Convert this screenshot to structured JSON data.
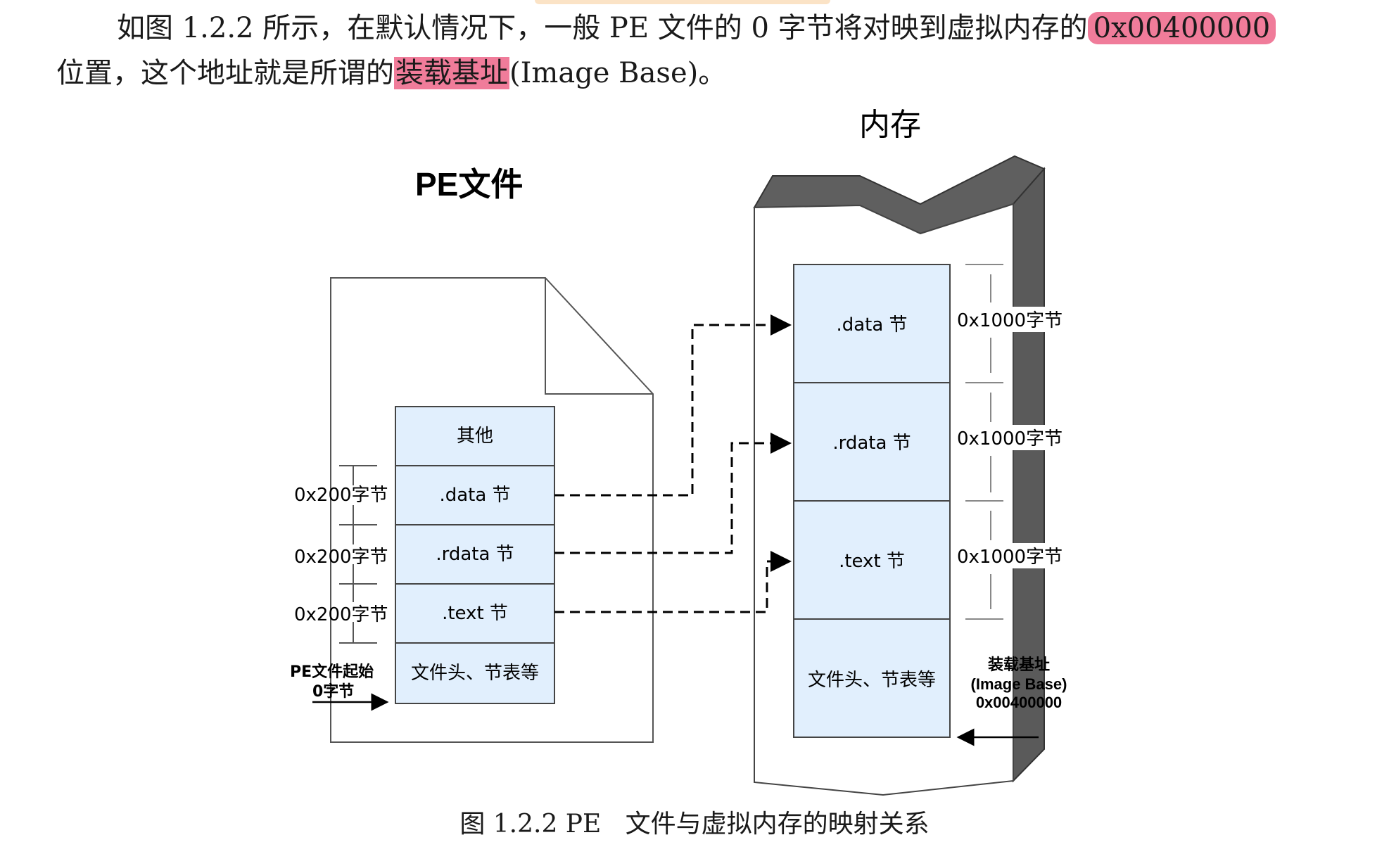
{
  "paragraph": {
    "line1_pre": "如图 1.2.2 所示，在默认情况下，一般 PE 文件的 0 字节将对映到虚拟内存的",
    "line1_highlight": "0x00400000",
    "line2_pre": "位置，这个地址就是所谓的",
    "line2_highlight": "装载基址",
    "line2_post": "(Image Base)。"
  },
  "diagram": {
    "memory_title": "内存",
    "pe_title": "PE文件",
    "pe_sections": [
      "其他",
      ".data 节",
      ".rdata 节",
      ".text 节",
      "文件头、节表等"
    ],
    "pe_sizes": [
      "0x200字节",
      "0x200字节",
      "0x200字节"
    ],
    "pe_start_label_1": "PE文件起始",
    "pe_start_label_2": "0字节",
    "mem_sections": [
      ".data 节",
      ".rdata 节",
      ".text 节",
      "文件头、节表等"
    ],
    "mem_sizes": [
      "0x1000字节",
      "0x1000字节",
      "0x1000字节"
    ],
    "image_base_label_1": "装载基址",
    "image_base_label_2": "(Image Base)",
    "image_base_label_3": "0x00400000",
    "colors": {
      "section_fill": "#e1effd",
      "wall_dark": "#5a5a5a",
      "wall_top": "#606060",
      "line": "#000000"
    }
  },
  "caption": {
    "prefix": "图 1.2.2  PE",
    "text": "文件与虚拟内存的映射关系"
  }
}
